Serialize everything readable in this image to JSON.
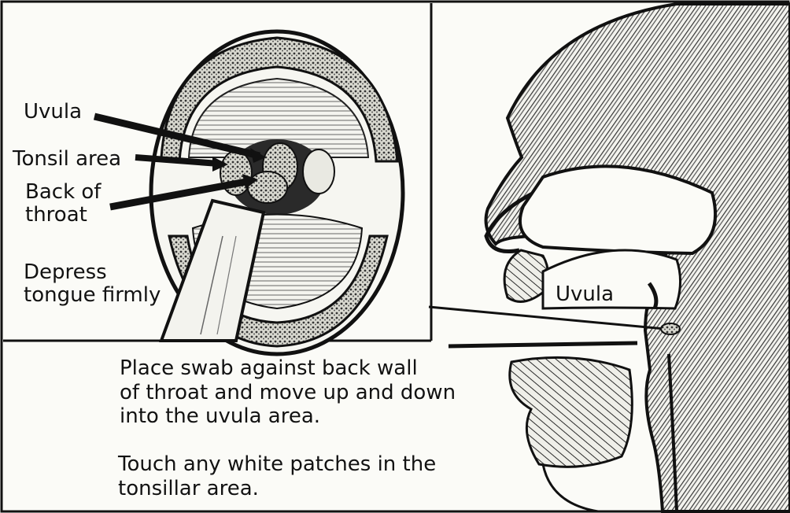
{
  "mouth_view": {
    "label_uvula": "Uvula",
    "label_tonsil": "Tonsil area",
    "label_back_line1": "Back of",
    "label_back_line2": "throat",
    "label_depress_line1": "Depress",
    "label_depress_line2": "tongue firmly"
  },
  "side_view": {
    "label_uvula": "Uvula"
  },
  "instructions": {
    "step1_line1": "Place swab against back wall",
    "step1_line2": "of throat and move up and down",
    "step1_line3": "into the uvula area.",
    "step2_line1": "Touch any white patches in the",
    "step2_line2": "tonsillar area."
  }
}
